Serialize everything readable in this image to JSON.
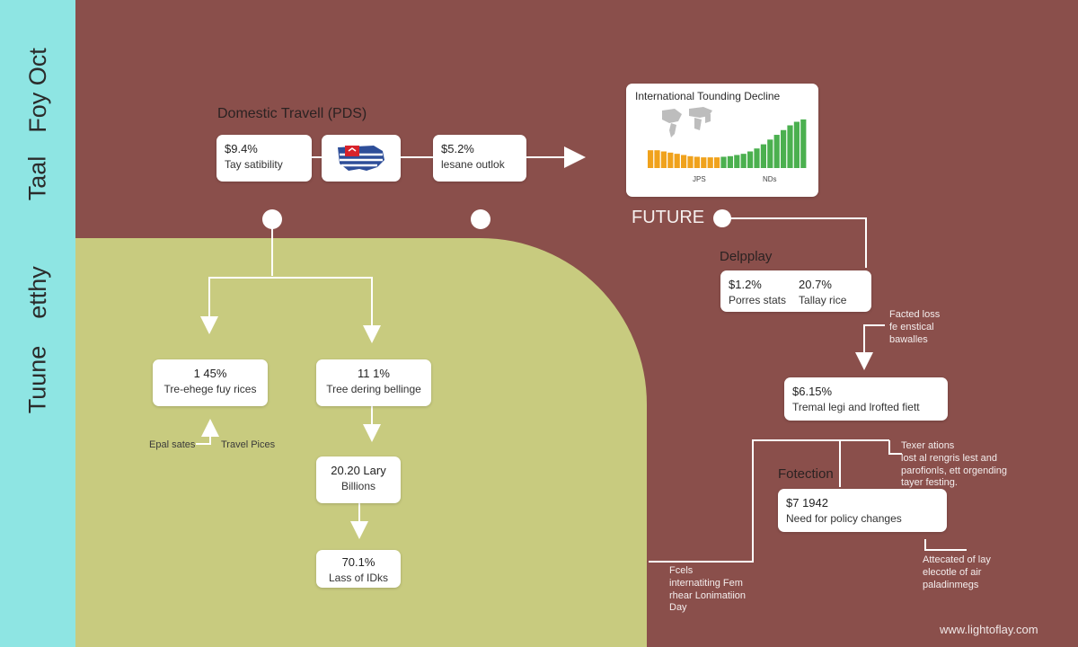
{
  "sidebar": {
    "labels": [
      "Foy  Oct",
      "Taal",
      "etthy",
      "Tuune"
    ]
  },
  "domestic": {
    "title": "Domestic Travell (PDS)",
    "card1": {
      "value": "$9.4%",
      "label": "Tay satibility"
    },
    "card2": {
      "value": "$5.2%",
      "label": "lesane outlok"
    }
  },
  "international": {
    "title": "International Tounding Decline",
    "axis_labels": [
      "JPS",
      "NDs"
    ]
  },
  "future": {
    "label": "FUTURE",
    "section": "Delpplay",
    "card": {
      "value1": "$1.2%",
      "value2": "20.7%",
      "label1": "Porres stats",
      "label2": "Tallay rice"
    },
    "note1": "Facted loss\nfe enstical\nbawalles",
    "card2": {
      "value": "$6.15%",
      "label": "Tremal legi and lrofted fiett"
    },
    "note2": "Texer ations\nlost al rengris lest and\nparofionls, ett orgending\ntayer festing.",
    "fotection": "Fotection",
    "card3": {
      "value": "$7 1942",
      "label": "Need for policy changes"
    },
    "note3": "Attecated of lay\nelecotle of air\npaladinmegs",
    "note4": "Fcels\ninternatiting Fem\nrhear Lonimatiion\nDay"
  },
  "lower": {
    "card1": {
      "value": "1 45%",
      "label": "Tre-ehege fuy rices"
    },
    "card2": {
      "value": "11 1%",
      "label": "Tree dering bellinge"
    },
    "card3": {
      "value": "20.20 Lary",
      "label": "Billions"
    },
    "card4": {
      "value": "70.1%",
      "label": "Lass of IDks"
    },
    "note_left": "Epal sates",
    "note_right": "Travel Pices"
  },
  "footer": {
    "watermark": "www.lightoflay.com"
  },
  "colors": {
    "maroon": "#8a4f4b",
    "cyan": "#8ee5e3",
    "olive": "#c8cb7f",
    "bar_orange": "#f0a21c",
    "bar_green": "#4bb04f"
  },
  "chart_data": {
    "type": "bar",
    "title": "International Tounding Decline",
    "xlabel": "",
    "ylabel": "",
    "categories": [],
    "values": [
      0.3,
      0.3,
      0.28,
      0.26,
      0.24,
      0.22,
      0.2,
      0.19,
      0.18,
      0.18,
      0.18,
      0.19,
      0.2,
      0.22,
      0.24,
      0.28,
      0.33,
      0.4,
      0.48,
      0.56,
      0.64,
      0.72,
      0.78,
      0.82
    ],
    "orange_count": 11
  }
}
